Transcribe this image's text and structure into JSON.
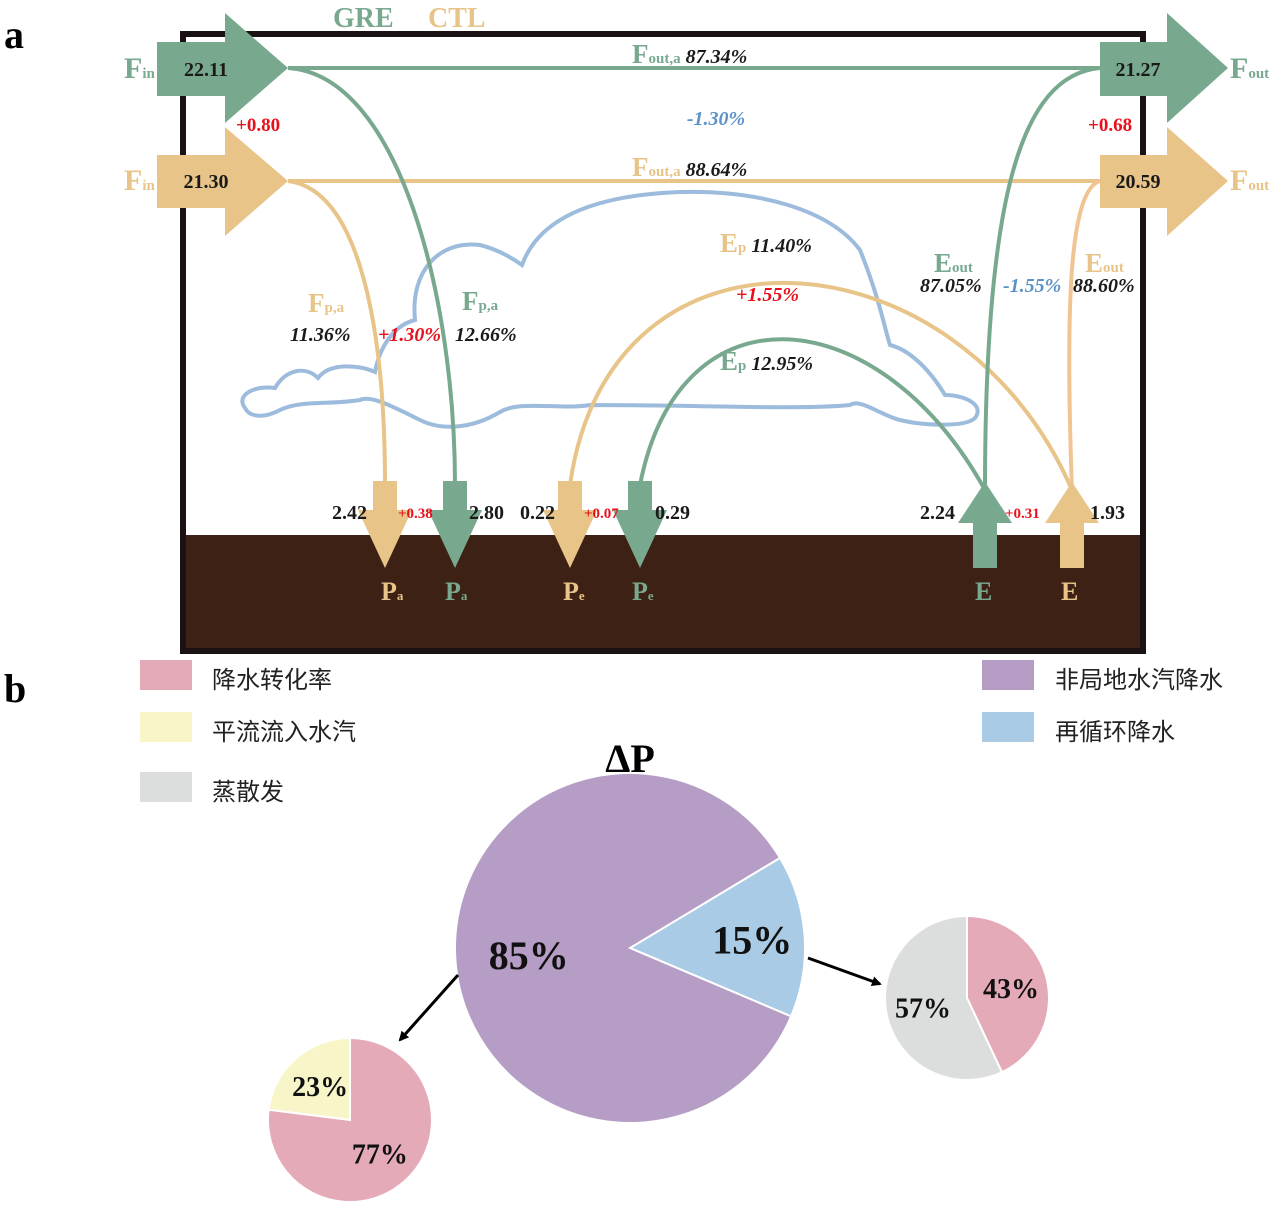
{
  "panel_a": {
    "label": "a",
    "legend": {
      "gre": "GRE",
      "ctl": "CTL"
    },
    "fin": {
      "symbol": "F",
      "sub": "in",
      "gre_value": "22.11",
      "ctl_value": "21.30",
      "diff": "+0.80"
    },
    "fout": {
      "symbol": "F",
      "sub": "out",
      "gre_value": "21.27",
      "ctl_value": "20.59",
      "diff": "+0.68"
    },
    "fout_a": {
      "symbol": "F",
      "sub": "out,a",
      "gre_pct": "87.34%",
      "ctl_pct": "88.64%",
      "diff": "-1.30%"
    },
    "fp_a": {
      "symbol": "F",
      "sub": "p,a",
      "ctl_pct": "11.36%",
      "gre_pct": "12.66%",
      "diff": "+1.30%"
    },
    "ep": {
      "symbol": "E",
      "sub": "p",
      "ctl_pct": "11.40%",
      "gre_pct": "12.95%",
      "diff": "+1.55%"
    },
    "eout": {
      "symbol": "E",
      "sub": "out",
      "gre_pct": "87.05%",
      "ctl_pct": "88.60%",
      "diff": "-1.55%"
    },
    "pa": {
      "symbol": "P",
      "sub": "a",
      "ctl_value": "2.42",
      "gre_value": "2.80",
      "diff": "+0.38"
    },
    "pe": {
      "symbol": "P",
      "sub": "e",
      "ctl_value": "0.22",
      "gre_value": "0.29",
      "diff": "+0.07"
    },
    "e": {
      "symbol": "E",
      "gre_value": "2.24",
      "ctl_value": "1.93",
      "diff": "+0.31"
    }
  },
  "panel_b": {
    "label": "b",
    "title": "ΔP",
    "legend_left": [
      {
        "label": "降水转化率",
        "color": "#e4aab8"
      },
      {
        "label": "平流流入水汽",
        "color": "#f8f6c8"
      },
      {
        "label": "蒸散发",
        "color": "#dcdedd"
      }
    ],
    "legend_right": [
      {
        "label": "非局地水汽降水",
        "color": "#b59dc5"
      },
      {
        "label": "再循环降水",
        "color": "#a9cbe6"
      }
    ]
  },
  "colors": {
    "gre": "#78a98f",
    "ctl": "#e8c488",
    "increase": "#e8101a",
    "decrease": "#5b93c8",
    "soil": "#3d2114",
    "cloud": "#9dbbdc"
  },
  "chart_data": [
    {
      "type": "pie",
      "title": "ΔP",
      "slices": [
        {
          "label": "非局地水汽降水",
          "value": 85,
          "text": "85%",
          "color": "#b59dc5"
        },
        {
          "label": "再循环降水",
          "value": 15,
          "text": "15%",
          "color": "#a9cbe6"
        }
      ]
    },
    {
      "type": "pie",
      "parent": "非局地水汽降水",
      "slices": [
        {
          "label": "平流流入水汽",
          "value": 23,
          "text": "23%",
          "color": "#f8f6c8"
        },
        {
          "label": "降水转化率",
          "value": 77,
          "text": "77%",
          "color": "#e4aab8"
        }
      ]
    },
    {
      "type": "pie",
      "parent": "再循环降水",
      "slices": [
        {
          "label": "降水转化率",
          "value": 43,
          "text": "43%",
          "color": "#e4aab8"
        },
        {
          "label": "蒸散发",
          "value": 57,
          "text": "57%",
          "color": "#dcdedd"
        }
      ]
    }
  ]
}
